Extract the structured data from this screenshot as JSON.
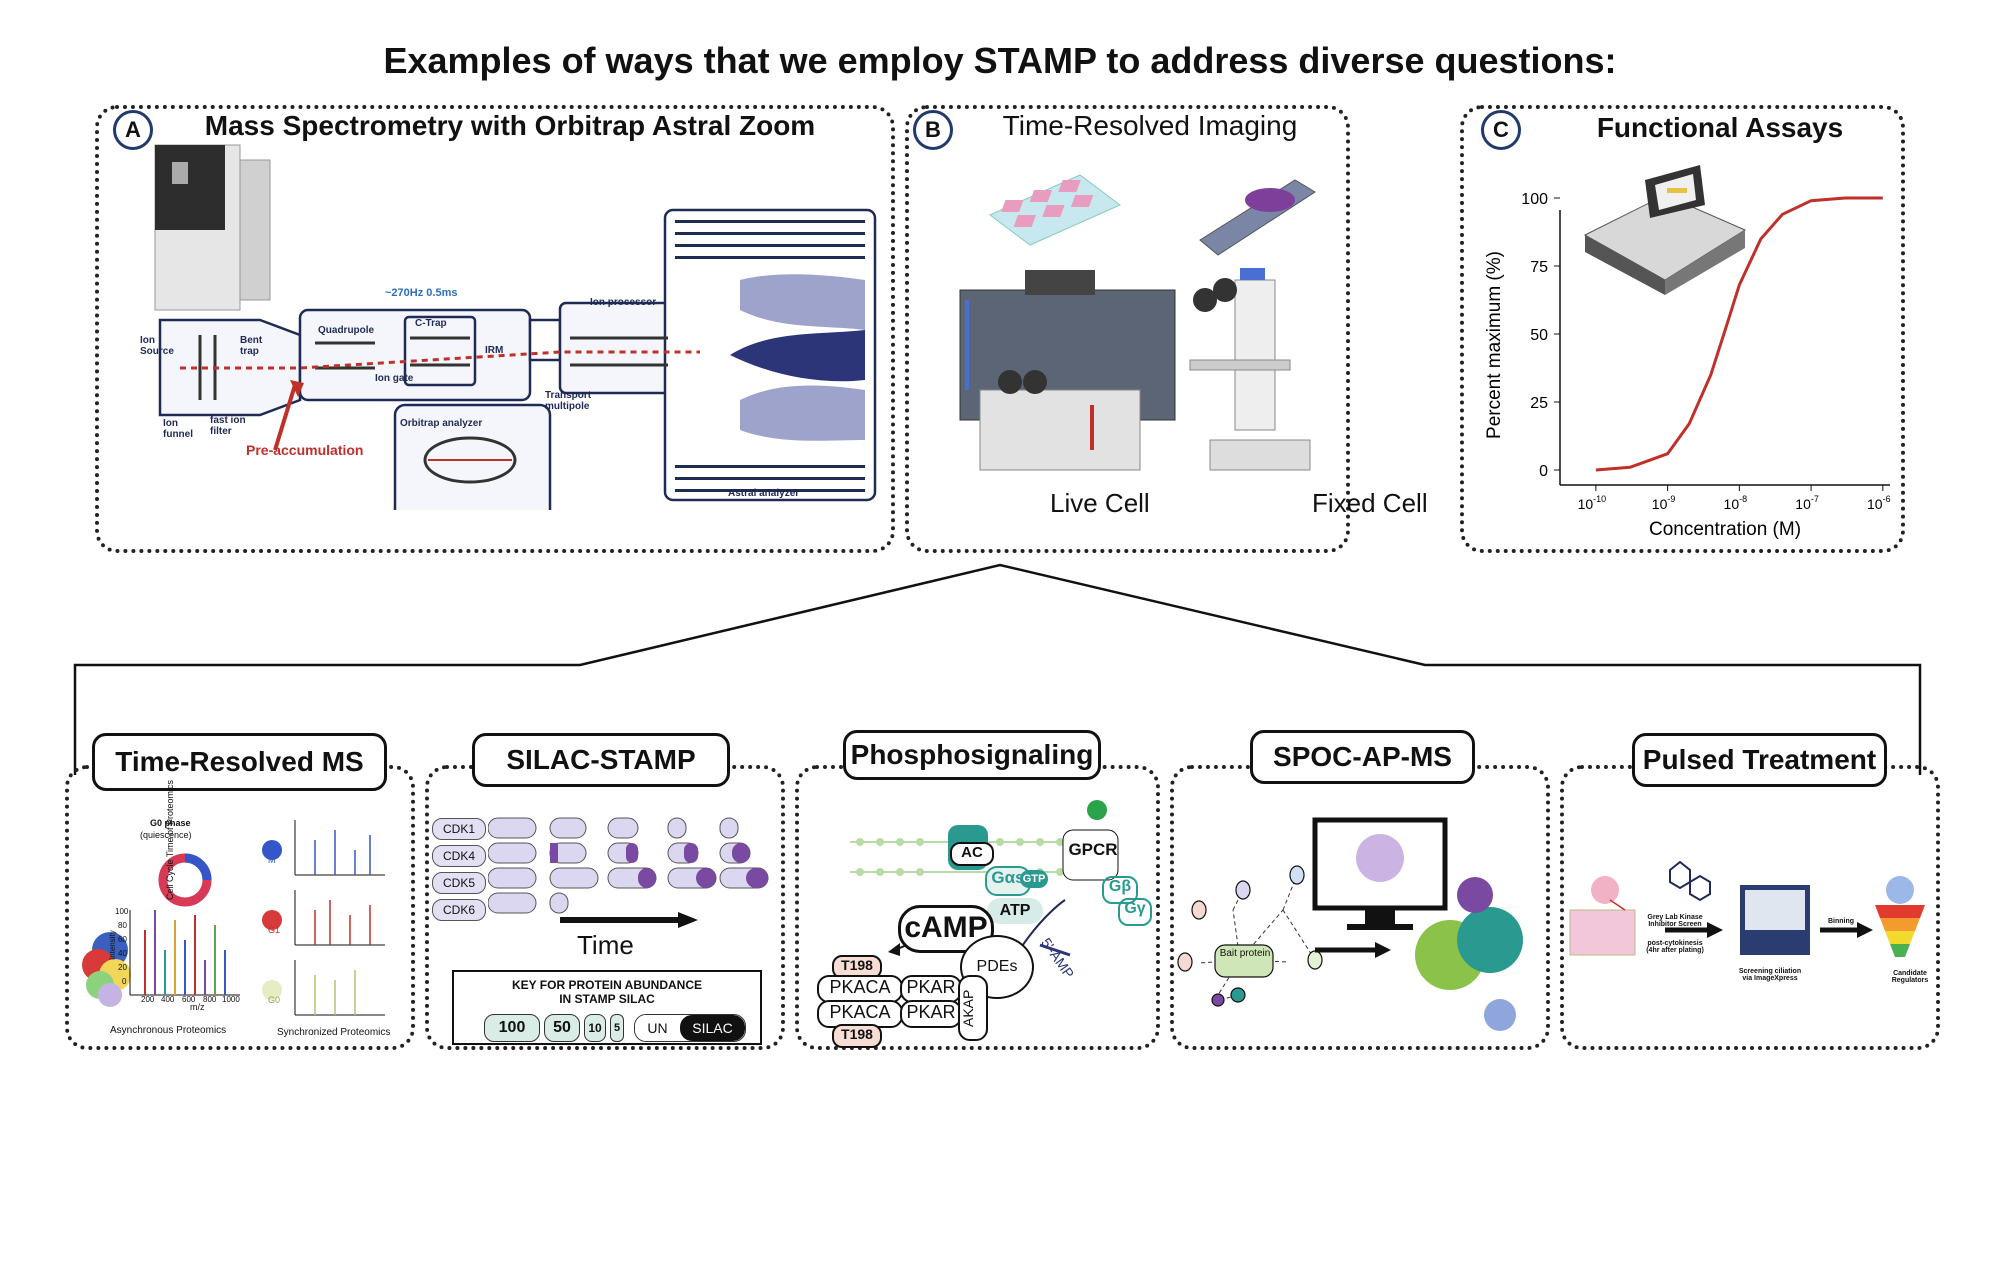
{
  "title": "Examples of ways that we employ STAMP to address diverse questions:",
  "panels": {
    "a": {
      "badge": "A",
      "title": "Mass Spectrometry with Orbitrap Astral Zoom",
      "labels": {
        "ion_source": "Ion Source",
        "bent_trap": "Bent trap",
        "ion_funnel": "Ion funnel",
        "fast_ion_filter": "fast ion filter",
        "quadrupole": "Quadrupole",
        "ion_gate": "Ion gate",
        "c_trap": "C-Trap",
        "irm": "IRM",
        "ion_processor": "Ion processor",
        "transport": "Transport multipole",
        "orbitrap": "Orbitrap analyzer",
        "astral": "Astral analyzer",
        "rate": "~270Hz 0.5ms",
        "pre_accumulation": "Pre-accumulation"
      }
    },
    "b": {
      "badge": "B",
      "title": "Time-Resolved Imaging",
      "live_cell": "Live Cell",
      "fixed_cell": "Fixed Cell"
    },
    "c": {
      "badge": "C",
      "title": "Functional Assays"
    }
  },
  "chart_data": {
    "type": "line",
    "title": "",
    "xlabel": "Concentration (M)",
    "ylabel": "Percent maximum (%)",
    "x_scale": "log",
    "x_ticks": [
      "10^-10",
      "10^-9",
      "10^-8",
      "10^-7",
      "10^-6"
    ],
    "y_ticks": [
      "0",
      "25",
      "50",
      "75",
      "100"
    ],
    "ylim": [
      0,
      100
    ],
    "series": [
      {
        "color": "#c0302b",
        "x": [
          1e-10,
          3e-10,
          1e-09,
          2e-09,
          4e-09,
          7e-09,
          1e-08,
          2e-08,
          4e-08,
          1e-07,
          3e-07,
          1e-06
        ],
        "y": [
          0,
          1,
          6,
          17,
          35,
          55,
          68,
          85,
          94,
          99,
          100,
          100
        ]
      }
    ]
  },
  "modules": [
    {
      "name": "Time-Resolved MS"
    },
    {
      "name": "SILAC-STAMP"
    },
    {
      "name": "Phosphosignaling"
    },
    {
      "name": "SPOC-AP-MS"
    },
    {
      "name": "Pulsed Treatment"
    }
  ],
  "time_ms": {
    "g0_phase": "G0 phase",
    "quiescence": "(quiescence)",
    "y_side": "Cell Cycle Time of Proteomics",
    "m": "M",
    "g1": "G1",
    "g0": "G0",
    "mz": "m/z",
    "intensity": "Intensity",
    "async": "Asynchronous Proteomics",
    "sync": "Synchronized Proteomics",
    "x_ticks": [
      "200",
      "400",
      "600",
      "800",
      "1000"
    ],
    "y_ticks": [
      "100",
      "80",
      "60",
      "40",
      "20",
      "0"
    ]
  },
  "silac": {
    "rows": [
      "CDK1",
      "CDK4",
      "CDK5",
      "CDK6"
    ],
    "time_label": "Time",
    "key_title_1": "KEY FOR PROTEIN ABUNDANCE",
    "key_title_2": "IN STAMP SILAC",
    "key_values": [
      "100",
      "50",
      "10",
      "5"
    ],
    "un": "UN",
    "silac": "SILAC"
  },
  "phospho": {
    "ac": "AC",
    "gas": "Gαs",
    "gtp": "GTP",
    "gpcr": "GPCR",
    "gb": "Gβ",
    "gy": "Gγ",
    "atp": "ATP",
    "camp": "cAMP",
    "pdes": "PDEs",
    "five_amp": "5'-AMP",
    "t198": "T198",
    "pkaca": "PKACA",
    "pkar": "PKAR",
    "akap": "AKAP"
  },
  "spoc": {
    "bait": "Bait protein"
  },
  "pulsed": {
    "screen": "Grey Lab Kinase Inhibitor Screen",
    "post": "post-cytokinesis (4hr after plating)",
    "screening": "Screening ciliation via ImageXpress",
    "binning": "Binning",
    "candidate": "Candidate Regulators"
  },
  "colors": {
    "border": "#222222",
    "navy": "#1f2a55",
    "purple_light": "#dcd7f0",
    "purple_dark": "#7a4aa3",
    "red": "#c0302b",
    "teal": "#2a9a90"
  }
}
